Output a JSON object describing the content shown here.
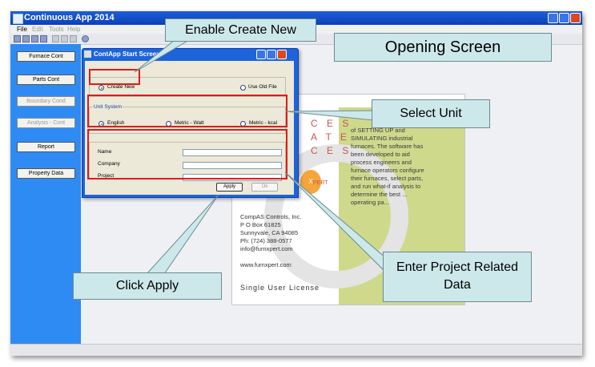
{
  "window": {
    "title": "Continuous App 2014"
  },
  "menu": [
    "File",
    "Edit",
    "Tools",
    "Help"
  ],
  "sidebar": {
    "buttons": [
      {
        "label": "Furnace Cont",
        "enabled": true
      },
      {
        "label": "Parts Cont",
        "enabled": true
      },
      {
        "label": "Boundary Cond",
        "enabled": false
      },
      {
        "label": "Analysis - Cont",
        "enabled": false
      },
      {
        "label": "Report",
        "enabled": true
      },
      {
        "label": "Property Data",
        "enabled": true
      }
    ]
  },
  "dialog": {
    "title": "ContApp Start Screen",
    "create_new": "Create New",
    "use_old_file": "Use Old File",
    "unit_system_label": "Unit System",
    "units": [
      "English",
      "Metric - Watt",
      "Metric - kcal"
    ],
    "fields": [
      "Name",
      "Company",
      "Project"
    ],
    "apply": "Apply",
    "ok": "Ok"
  },
  "splash": {
    "letters": [
      "C E S",
      "A T E",
      "C E S"
    ],
    "description": "of SETTING UP and SIMULATING industrial furnaces. The software has been developed to aid process engineers and furnace operators configure their furnaces, select parts, and run what-if analysis to determine the best ... operating pa...",
    "company": "CompAS Controls, Inc.\nP O Box 61825\nSunnyvale, CA 94085\nPh: (724) 388-0577\ninfo@furnxpert.com\n\nwww.furnxpert.com",
    "license": "Single User License",
    "logo_text": "PERT"
  },
  "annotations": {
    "enable_create_new": "Enable Create New",
    "opening_screen": "Opening Screen",
    "select_unit": "Select Unit",
    "click_apply": "Click Apply",
    "project_data_line1": "Enter Project Related",
    "project_data_line2": "Data"
  }
}
